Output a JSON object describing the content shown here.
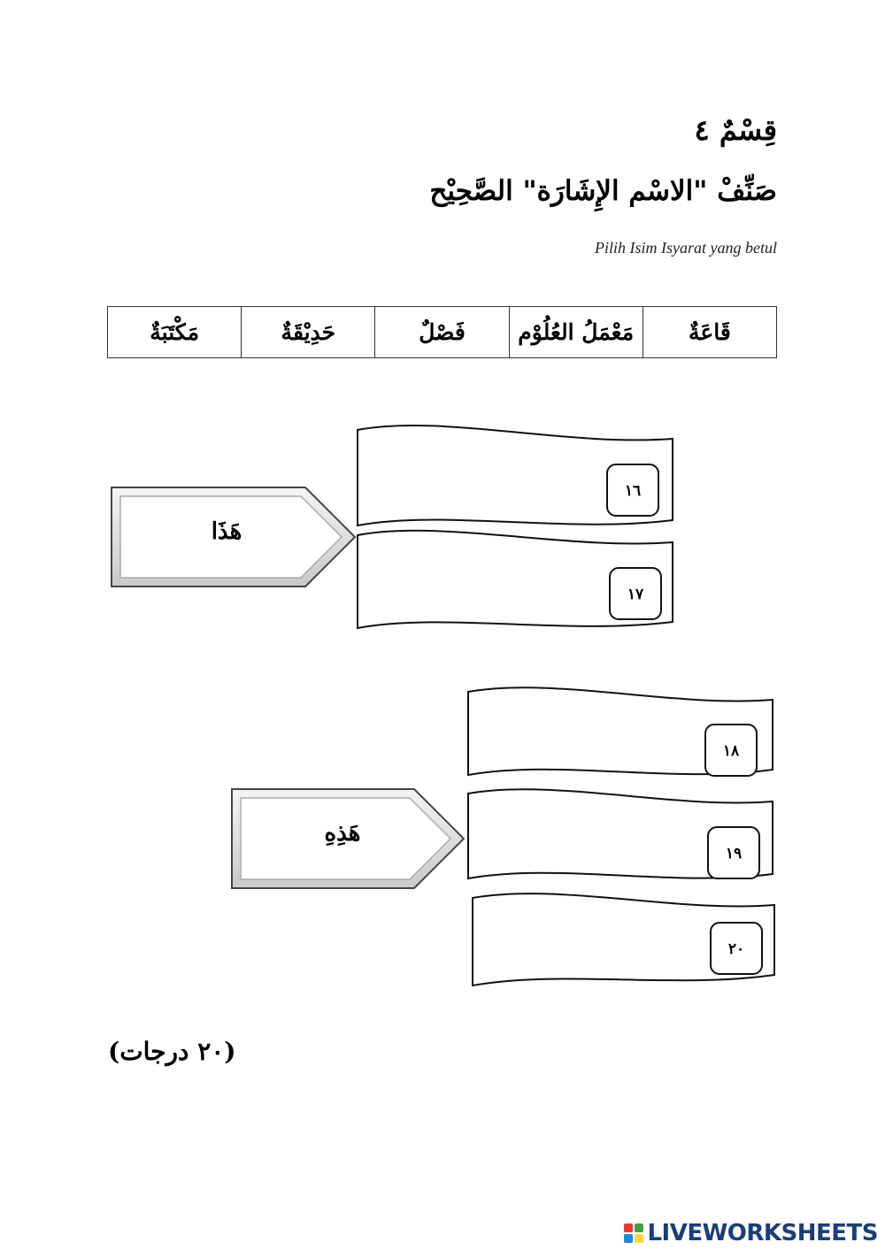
{
  "section_title": "قِسْمٌ ٤",
  "instruction_ar": "صَنِّفْ \"الاسْم الإِشَارَة\" الصَّحِيْح",
  "instruction_ms": "Pilih Isim Isyarat yang betul",
  "words": [
    "قَاعَةٌ",
    "مَعْمَلُ العُلُوْم",
    "فَصْلٌ",
    "حَدِيْقَةٌ",
    "مَكْتَبَةٌ"
  ],
  "groups": [
    {
      "pointer": "هَذَا",
      "slots": [
        "١٦",
        "١٧"
      ]
    },
    {
      "pointer": "هَذِهِ",
      "slots": [
        "١٨",
        "١٩",
        "٢٠"
      ]
    }
  ],
  "score_text": "(٢٠ درجات)",
  "footer": {
    "brand": "LIVEWORKSHEETS",
    "mark_colors": [
      "#e53935",
      "#43a047",
      "#1e88e5",
      "#fdd835"
    ]
  }
}
